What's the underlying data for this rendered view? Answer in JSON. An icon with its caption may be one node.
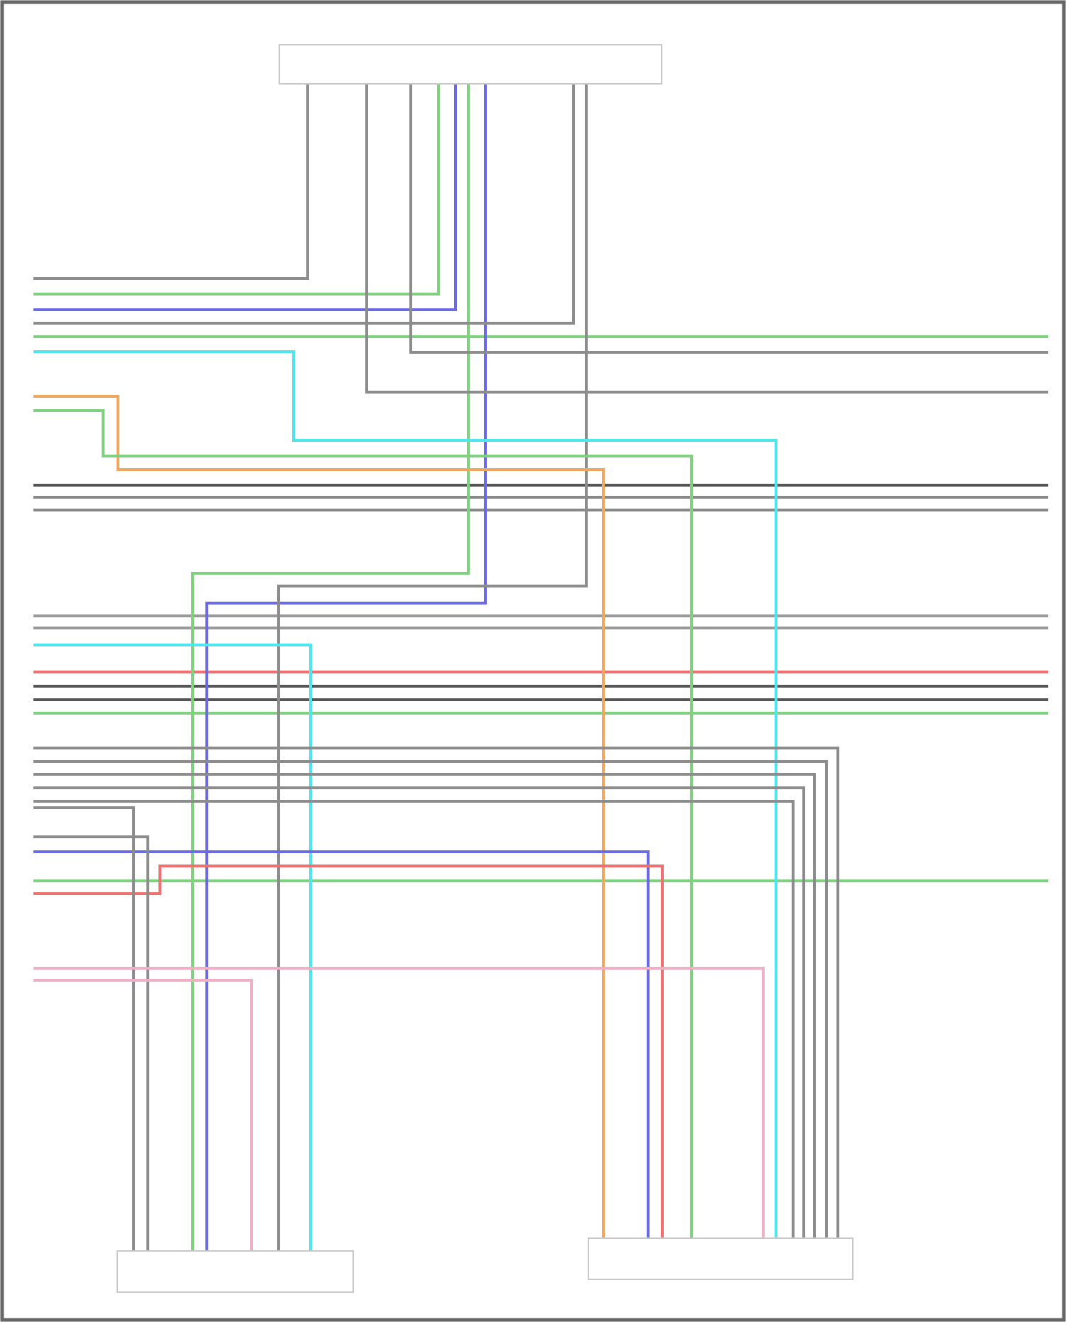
{
  "diagram": {
    "nodes": [
      {
        "text": [],
        "shape": "box"
      },
      {
        "text": [],
        "shape": "box"
      },
      {
        "text": [],
        "shape": "box"
      }
    ],
    "edges": [
      {
        "from": 0,
        "to": 1,
        "arrow": "none",
        "color": "#7fd17f"
      },
      {
        "from": 0,
        "to": 1,
        "arrow": "none",
        "color": "#6a6ae6"
      },
      {
        "from": 0,
        "to": 1,
        "arrow": "none"
      },
      {
        "from": null,
        "to": 0,
        "arrow": "none"
      },
      {
        "from": null,
        "to": 0,
        "arrow": "none",
        "color": "#7fd17f"
      },
      {
        "from": null,
        "to": 0,
        "arrow": "none",
        "color": "#6a6ae6"
      },
      {
        "from": null,
        "to": 0,
        "arrow": "none"
      },
      {
        "from": null,
        "to": 2,
        "arrow": "none",
        "color": "#f0a860"
      },
      {
        "from": null,
        "to": 2,
        "arrow": "none",
        "color": "#7fd17f"
      },
      {
        "from": null,
        "to": 2,
        "arrow": "none",
        "color": "#50e6f0"
      },
      {
        "from": null,
        "to": 1,
        "arrow": "none",
        "color": "#50e6f0"
      },
      {
        "from": null,
        "to": 2,
        "arrow": "none",
        "color": "#6a6ae6"
      },
      {
        "from": null,
        "to": 2,
        "arrow": "none",
        "color": "#f07070"
      },
      {
        "from": null,
        "to": 2,
        "arrow": "none"
      },
      {
        "from": null,
        "to": 2,
        "arrow": "none"
      },
      {
        "from": null,
        "to": 2,
        "arrow": "none"
      },
      {
        "from": null,
        "to": 2,
        "arrow": "none"
      },
      {
        "from": null,
        "to": 2,
        "arrow": "none"
      },
      {
        "from": null,
        "to": 1,
        "arrow": "none"
      },
      {
        "from": null,
        "to": 1,
        "arrow": "none"
      },
      {
        "from": 0,
        "to": null,
        "arrow": "none"
      },
      {
        "from": 0,
        "to": null,
        "arrow": "none"
      },
      {
        "from": null,
        "to": 1,
        "arrow": "none",
        "color": "#f0b0c4"
      },
      {
        "from": null,
        "to": 2,
        "arrow": "none",
        "color": "#f0b0c4"
      }
    ]
  }
}
